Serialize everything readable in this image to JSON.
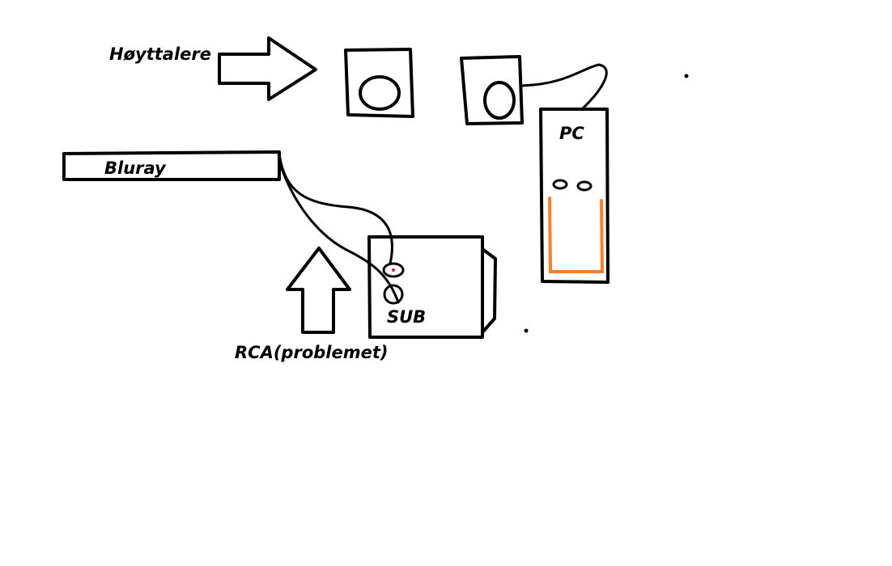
{
  "labels": {
    "speakers": "Høyttalere",
    "bluray": "Bluray",
    "pc": "PC",
    "sub": "SUB",
    "rca": "RCA(problemet)"
  },
  "colors": {
    "ink": "#000000",
    "pc_highlight": "#ff7f27",
    "rca_dot": "#ed1c24"
  }
}
